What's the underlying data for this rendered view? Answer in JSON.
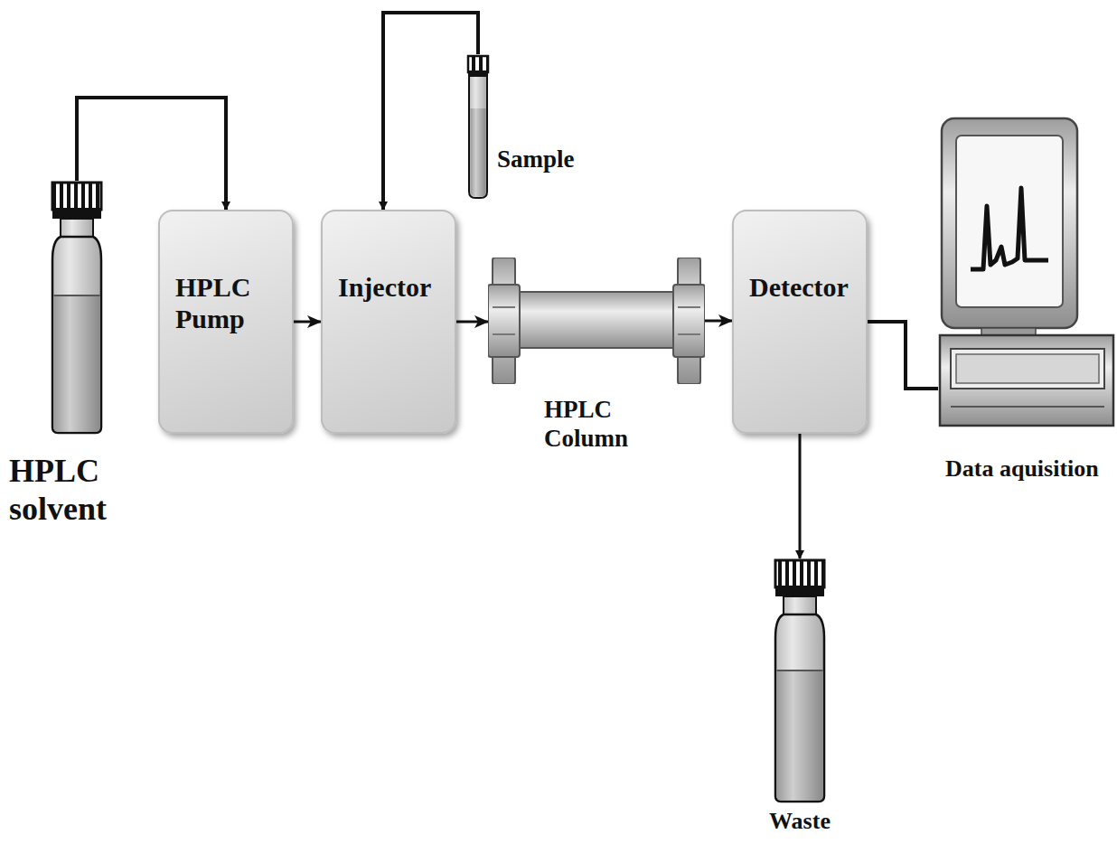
{
  "diagram": {
    "nodes": [
      {
        "text": [
          "HPLC solvent"
        ]
      },
      {
        "text": [
          "HPLC Pump"
        ]
      },
      {
        "text": [
          "Injector"
        ]
      },
      {
        "text": [
          "Sample"
        ]
      },
      {
        "text": [
          "HPLC Column"
        ]
      },
      {
        "text": [
          "Detector"
        ]
      },
      {
        "text": [
          "Waste"
        ]
      },
      {
        "text": [
          "Data aquisition"
        ]
      }
    ],
    "edges": [
      {
        "from": 0,
        "to": 1,
        "arrow": "to"
      },
      {
        "from": 3,
        "to": 2,
        "arrow": "to"
      },
      {
        "from": 1,
        "to": 2,
        "arrow": "to"
      },
      {
        "from": 2,
        "to": 4,
        "arrow": "to"
      },
      {
        "from": 4,
        "to": 5,
        "arrow": "to"
      },
      {
        "from": 5,
        "to": 6,
        "arrow": "to"
      },
      {
        "from": 5,
        "to": 7,
        "arrow": "none"
      }
    ]
  }
}
